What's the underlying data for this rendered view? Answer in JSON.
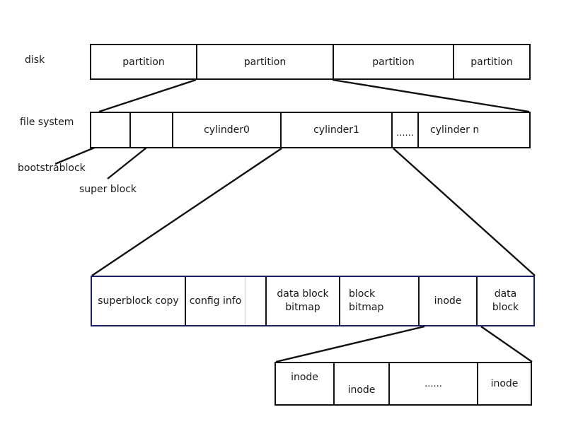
{
  "diagram": {
    "title": "Unix file system layout diagram",
    "colors": {
      "outline_black": "#111111",
      "outline_navy": "#1b2160",
      "text": "#181818",
      "faint_divider": "#cfcfcf",
      "background": "#ffffff"
    },
    "labels": {
      "disk": "disk",
      "file_system": "file system",
      "bootstrablock": "bootstrablock",
      "super_block": "super block"
    },
    "disk_row": {
      "cells": [
        {
          "text": "partition"
        },
        {
          "text": "partition"
        },
        {
          "text": "partition"
        },
        {
          "text": "partition"
        }
      ]
    },
    "file_system_row": {
      "cells": [
        {
          "text": ""
        },
        {
          "text": ""
        },
        {
          "text": "cylinder0"
        },
        {
          "text": "cylinder1"
        },
        {
          "text": "......"
        },
        {
          "text": "cylinder n"
        }
      ]
    },
    "cylinder_group_row": {
      "cells": [
        {
          "text": "superblock copy"
        },
        {
          "text": "config info"
        },
        {
          "text": ""
        },
        {
          "text": "data block\nbitmap"
        },
        {
          "text": "block\nbitmap"
        },
        {
          "text": "inode"
        },
        {
          "text": "data\nblock"
        }
      ]
    },
    "inode_row": {
      "cells": [
        {
          "text": "inode"
        },
        {
          "text": "inode"
        },
        {
          "text": "......"
        },
        {
          "text": "inode"
        }
      ]
    }
  }
}
